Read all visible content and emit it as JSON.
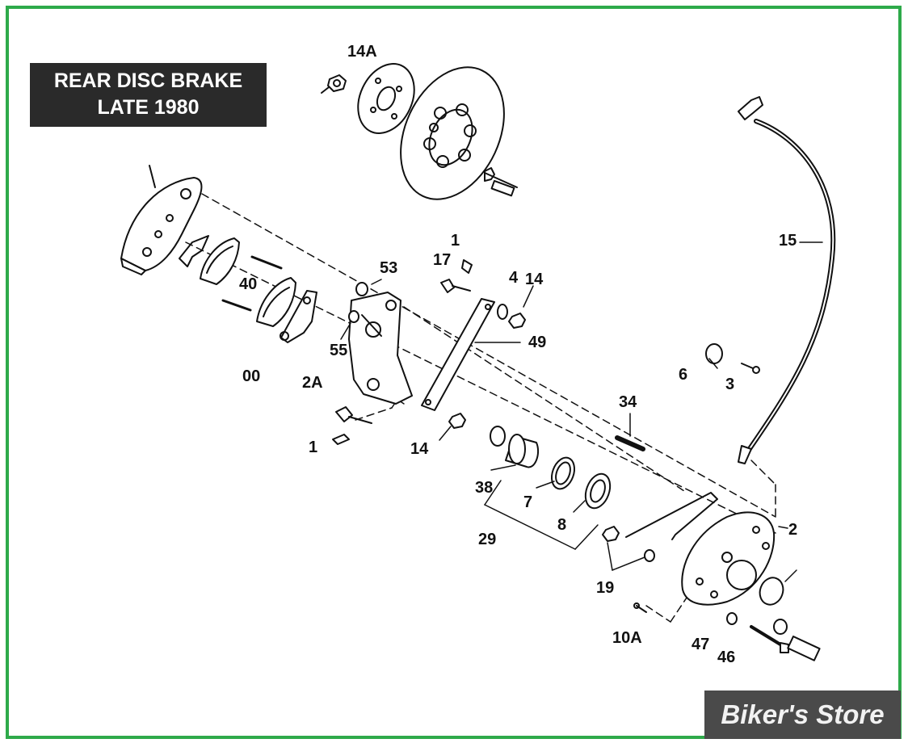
{
  "title": {
    "line1": "REAR DISC BRAKE",
    "line2": "LATE 1980"
  },
  "watermark": "Biker's Store",
  "border_color": "#2eaa4a",
  "callouts": {
    "c14A": "14A",
    "c15": "15",
    "c53": "53",
    "c1_top": "1",
    "c17": "17",
    "c4": "4",
    "c14_top": "14",
    "c40": "40",
    "c49": "49",
    "c55": "55",
    "c6": "6",
    "c3": "3",
    "c00": "00",
    "c2A": "2A",
    "c34": "34",
    "c1_bot": "1",
    "c14_bot": "14",
    "c38": "38",
    "c7": "7",
    "c8": "8",
    "c2": "2",
    "c29": "29",
    "c19": "19",
    "c10A": "10A",
    "c47": "47",
    "c46": "46"
  }
}
